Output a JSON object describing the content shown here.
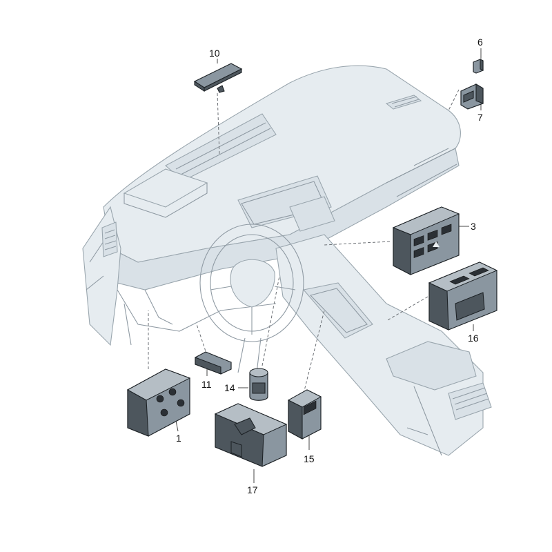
{
  "diagram": {
    "colors": {
      "background": "#ffffff",
      "dashboard_fill": "#e6ecf0",
      "dashboard_line": "#8f9aa3",
      "part_fill": "#8a96a0",
      "part_dark": "#4d565d",
      "outline": "#1e2327"
    },
    "callouts": [
      "1",
      "3",
      "6",
      "7",
      "10",
      "11",
      "14",
      "15",
      "16",
      "17"
    ]
  }
}
